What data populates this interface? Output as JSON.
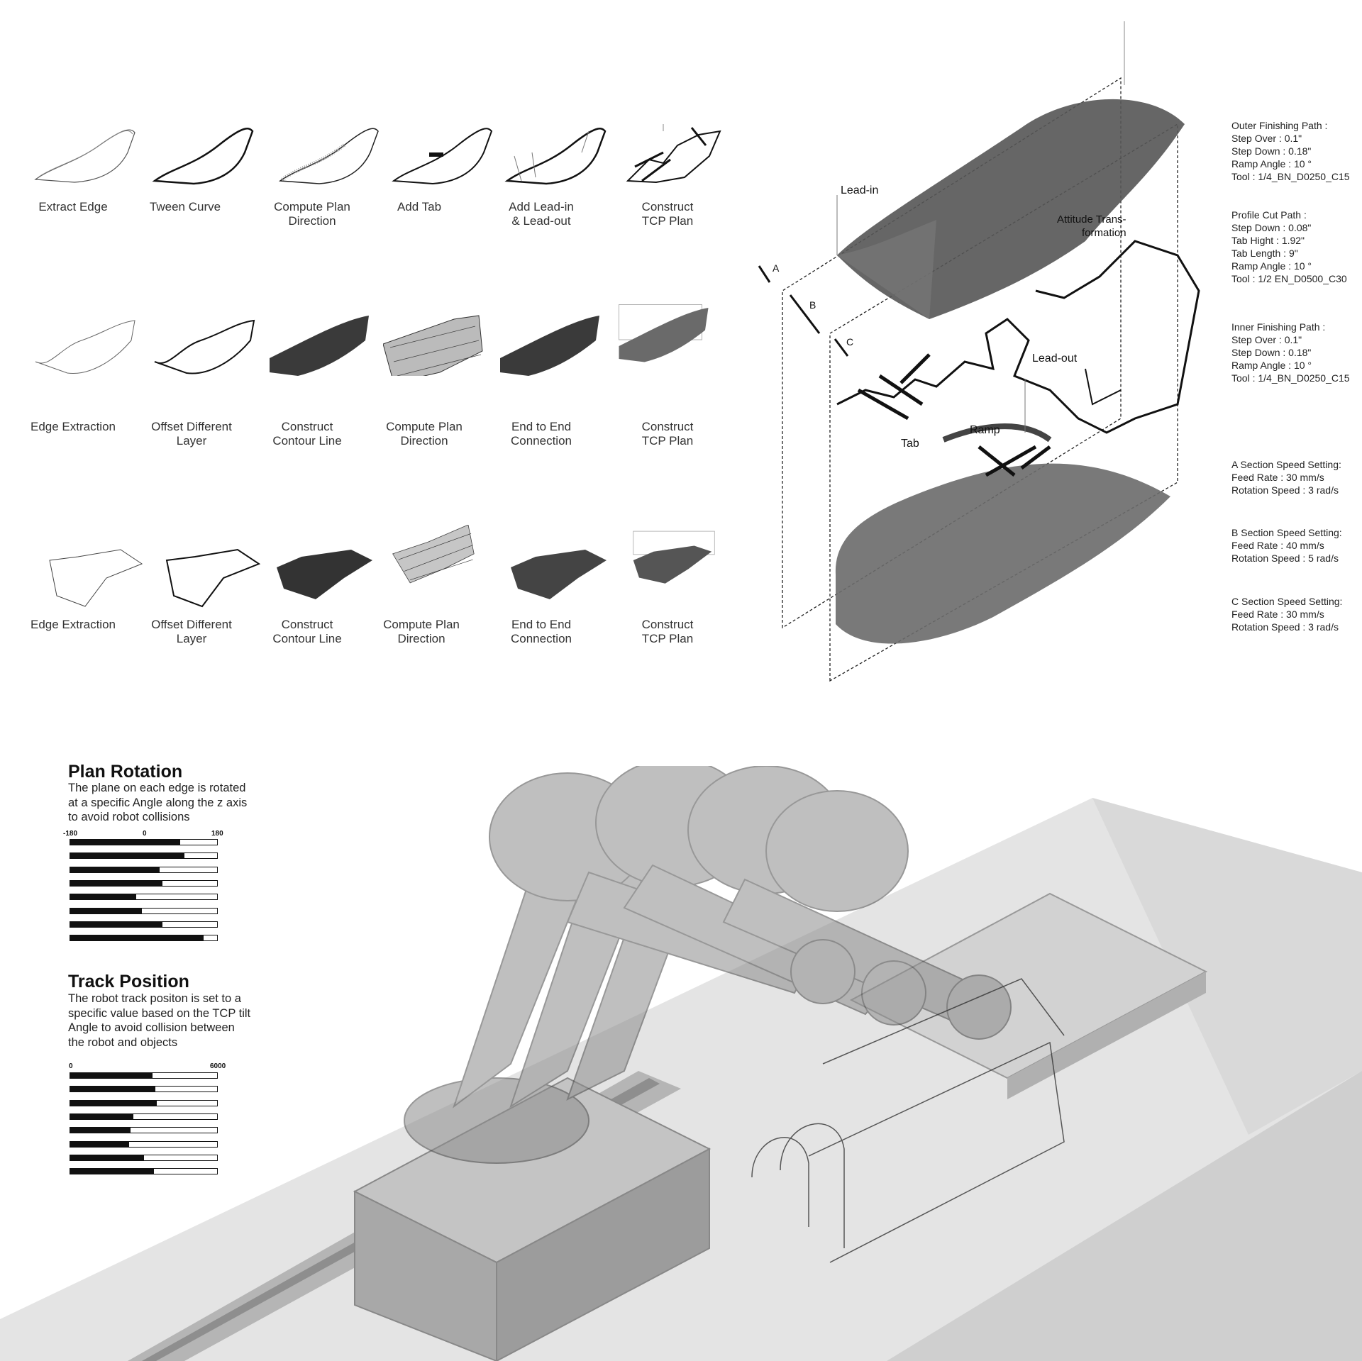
{
  "workflow_rows": [
    [
      "Extract Edge",
      "Tween Curve",
      "Compute Plan\nDirection",
      "Add Tab",
      "Add Lead-in\n& Lead-out",
      "Construct\nTCP Plan"
    ],
    [
      "Edge Extraction",
      "Offset Different\nLayer",
      "Construct\nContour Line",
      "Compute Plan\nDirection",
      "End to End\nConnection",
      "Construct\nTCP Plan"
    ],
    [
      "Edge Extraction",
      "Offset Different\nLayer",
      "Construct\nContour Line",
      "Compute Plan\nDirection",
      "End to End\nConnection",
      "Construct\nTCP Plan"
    ]
  ],
  "diagram_labels": {
    "lead_in": "Lead-in",
    "attitude": "Attitude Trans-\nformation",
    "lead_out": "Lead-out",
    "ramp": "Ramp",
    "tab": "Tab",
    "section_a": "A",
    "section_b": "B",
    "section_c": "C"
  },
  "specs": {
    "outer": "Outer Finishing Path :\nStep Over :  0.1\"\nStep Down : 0.18\"\nRamp Angle : 10 °\nTool : 1/4_BN_D0250_C15",
    "profile": "Profile Cut Path :\nStep Down : 0.08\"\nTab Hight : 1.92\"\nTab Length : 9\"\nRamp Angle : 10 °\nTool : 1/2 EN_D0500_C30",
    "inner": "Inner Finishing Path :\nStep Over :  0.1\"\nStep Down : 0.18\"\nRamp Angle : 10 °\nTool : 1/4_BN_D0250_C15",
    "a_speed": "A Section Speed Setting:\nFeed Rate : 30 mm/s\nRotation Speed : 3 rad/s",
    "b_speed": "B Section Speed Setting:\nFeed Rate : 40 mm/s\nRotation Speed : 5 rad/s",
    "c_speed": "C Section Speed Setting:\nFeed Rate : 30 mm/s\nRotation Speed : 3 rad/s"
  },
  "plan_rotation": {
    "title": "Plan Rotation",
    "description": "The plane on each edge is rotated\nat a specific Angle along the z axis\nto avoid robot collisions",
    "scale_min": "-180",
    "scale_mid": "0",
    "scale_max": "180",
    "fill_fractions": [
      0.75,
      0.78,
      0.61,
      0.63,
      0.45,
      0.49,
      0.63,
      0.91
    ]
  },
  "track_position": {
    "title": "Track Position",
    "description": "The robot track positon is set to a\nspecific value based on the TCP tilt\nAngle to avoid collision between\nthe robot and objects",
    "scale_min": "0",
    "scale_max": "6000",
    "fill_fractions": [
      0.56,
      0.58,
      0.59,
      0.43,
      0.41,
      0.4,
      0.5,
      0.57
    ]
  }
}
